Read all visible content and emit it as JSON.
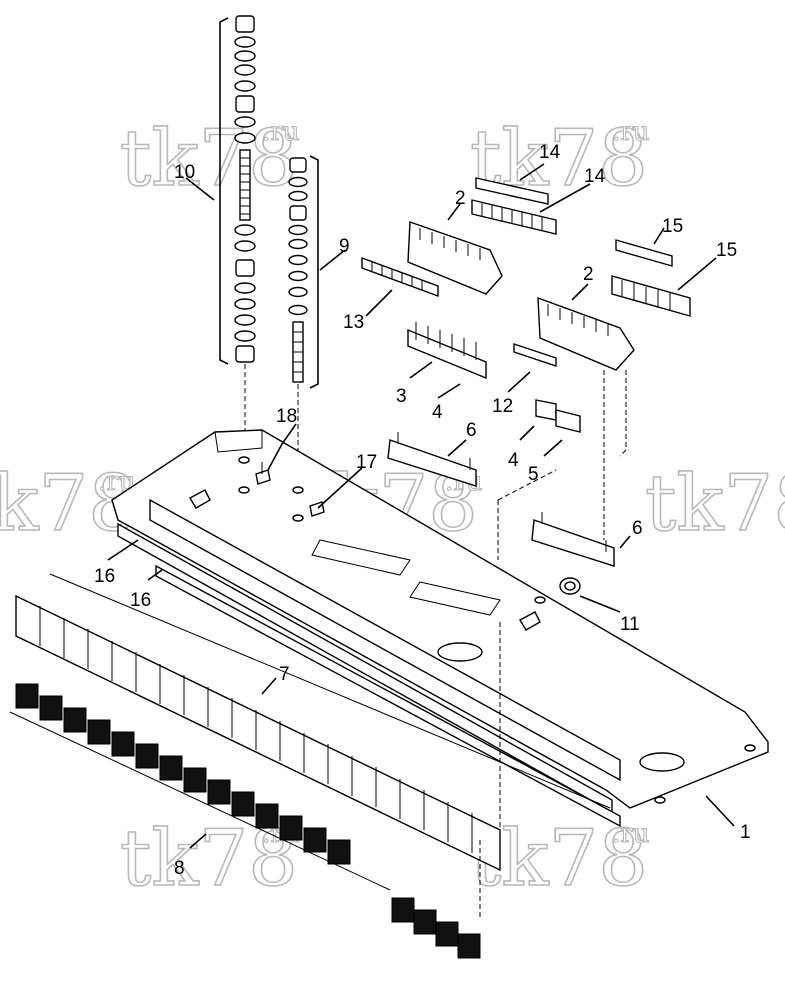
{
  "watermark": {
    "main": "tk78",
    "sup": ".ru"
  },
  "callouts": {
    "c1": "1",
    "c2a": "2",
    "c2b": "2",
    "c3": "3",
    "c4a": "4",
    "c4b": "4",
    "c5": "5",
    "c6a": "6",
    "c6b": "6",
    "c7": "7",
    "c8": "8",
    "c9": "9",
    "c10": "10",
    "c11": "11",
    "c12": "12",
    "c13": "13",
    "c14a": "14",
    "c14b": "14",
    "c15a": "15",
    "c15b": "15",
    "c16a": "16",
    "c16b": "16",
    "c17": "17",
    "c18": "18"
  }
}
